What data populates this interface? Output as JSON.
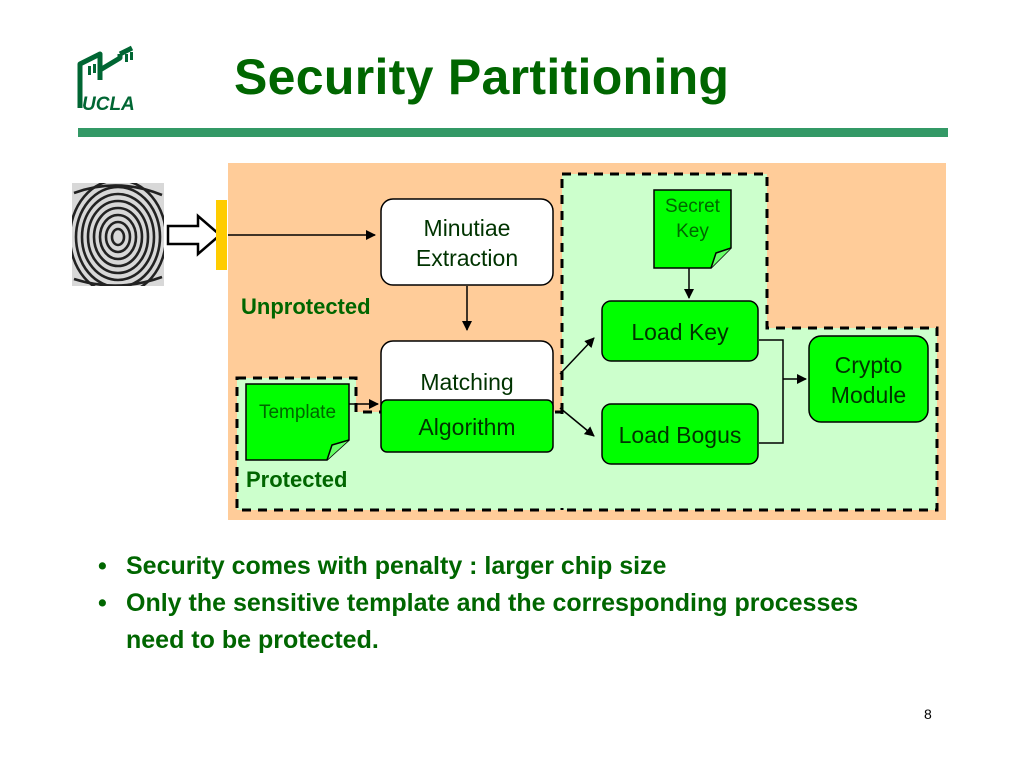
{
  "title": "Security Partitioning",
  "logo_text": "UCLA",
  "diagram": {
    "unprotected_label": "Unprotected",
    "protected_label": "Protected",
    "minutiae_line1": "Minutiae",
    "minutiae_line2": "Extraction",
    "matching_line1": "Matching",
    "matching_line2": "Algorithm",
    "secret_key_line1": "Secret",
    "secret_key_line2": "Key",
    "template": "Template",
    "load_key": "Load Key",
    "load_bogus": "Load Bogus",
    "crypto_line1": "Crypto",
    "crypto_line2": "Module",
    "colors": {
      "unprotected_bg": "#FFCC99",
      "protected_bg": "#CCFFCC",
      "box_fill": "#00FF00",
      "title_green": "#006600"
    }
  },
  "bullets": [
    "Security comes with penalty : larger chip size",
    "Only the sensitive template and the corresponding processes need to be protected."
  ],
  "page_number": "8"
}
